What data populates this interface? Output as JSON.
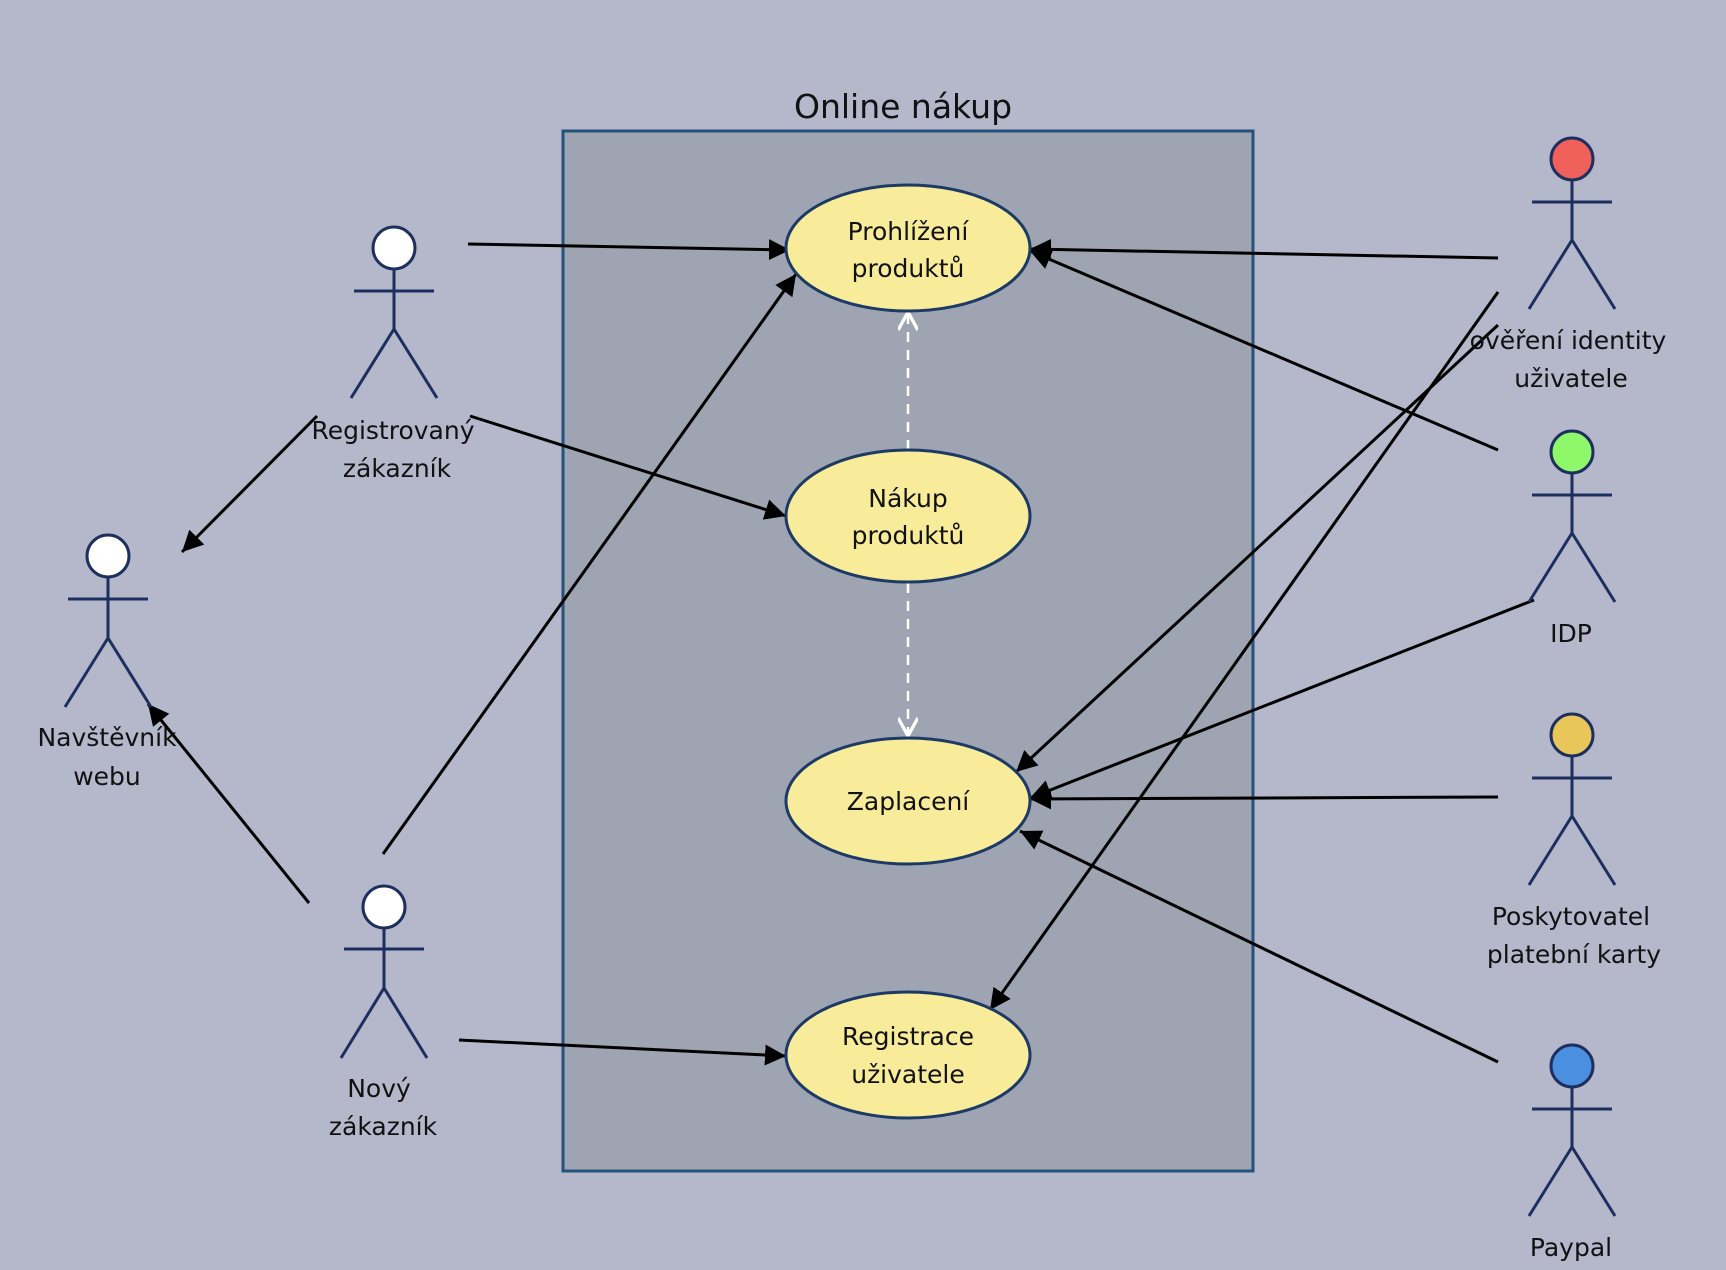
{
  "system": {
    "title": "Online nákup"
  },
  "colors": {
    "background": "#b4b8ca",
    "system_fill": "#9ea4b1",
    "system_border": "#24527a",
    "use_case_fill": "#f8ec9a",
    "use_case_border": "#1d3a66",
    "actor_stroke": "#1d2f5e"
  },
  "use_cases": [
    {
      "id": "prohlizeni",
      "lines": [
        "Prohlížení",
        "produktů"
      ]
    },
    {
      "id": "nakup",
      "lines": [
        "Nákup",
        "produktů"
      ]
    },
    {
      "id": "zaplaceni",
      "lines": [
        "Zaplacení"
      ]
    },
    {
      "id": "registrace",
      "lines": [
        "Registrace",
        "uživatele"
      ]
    }
  ],
  "actors": [
    {
      "id": "registrovany",
      "lines": [
        "Registrovaný",
        "zákazník"
      ],
      "head_color": "#ffffff"
    },
    {
      "id": "navstevnik",
      "lines": [
        "Navštěvník",
        "webu"
      ],
      "head_color": "#ffffff"
    },
    {
      "id": "novy",
      "lines": [
        "Nový",
        "zákazník"
      ],
      "head_color": "#ffffff"
    },
    {
      "id": "overeni",
      "lines": [
        "ověření identity",
        "uživatele"
      ],
      "head_color": "#f0605a"
    },
    {
      "id": "idp",
      "lines": [
        "IDP"
      ],
      "head_color": "#8ef76a"
    },
    {
      "id": "poskytovatel",
      "lines": [
        "Poskytovatel",
        "platební karty"
      ],
      "head_color": "#e8c65a"
    },
    {
      "id": "paypal",
      "lines": [
        "Paypal"
      ],
      "head_color": "#4a8fe0"
    }
  ],
  "associations": [
    {
      "from": "registrovany",
      "to": "prohlizeni"
    },
    {
      "from": "registrovany",
      "to": "nakup"
    },
    {
      "from": "registrovany",
      "to": "navstevnik"
    },
    {
      "from": "novy",
      "to": "navstevnik"
    },
    {
      "from": "novy",
      "to": "prohlizeni"
    },
    {
      "from": "novy",
      "to": "registrace"
    },
    {
      "from": "overeni",
      "to": "prohlizeni"
    },
    {
      "from": "overeni",
      "to": "zaplaceni"
    },
    {
      "from": "overeni",
      "to": "registrace"
    },
    {
      "from": "idp",
      "to": "prohlizeni"
    },
    {
      "from": "idp",
      "to": "zaplaceni"
    },
    {
      "from": "poskytovatel",
      "to": "zaplaceni"
    },
    {
      "from": "paypal",
      "to": "zaplaceni"
    }
  ],
  "dependencies": [
    {
      "from": "nakup",
      "to": "prohlizeni"
    },
    {
      "from": "nakup",
      "to": "zaplaceni"
    }
  ]
}
